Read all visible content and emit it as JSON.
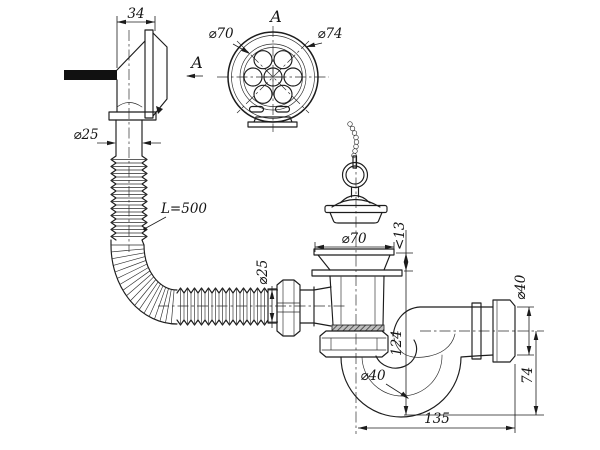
{
  "drawing": {
    "background": "#ffffff",
    "line_color": "#1c1c1c"
  },
  "labels": {
    "dim_34": "34",
    "dim_d25_overflow": "⌀25",
    "section_arrow_a": "A",
    "view_a_title": "A",
    "dim_d70_grate": "⌀70",
    "dim_d74_grate": "⌀74",
    "hose_length": "L=500",
    "dim_d25_hose": "⌀25",
    "dim_d70_flange": "⌀70",
    "dim_lt13": "<13",
    "dim_124": "124",
    "dim_d40_trap": "⌀40",
    "dim_d40_outlet": "⌀40",
    "dim_74": "74",
    "dim_135": "135"
  }
}
